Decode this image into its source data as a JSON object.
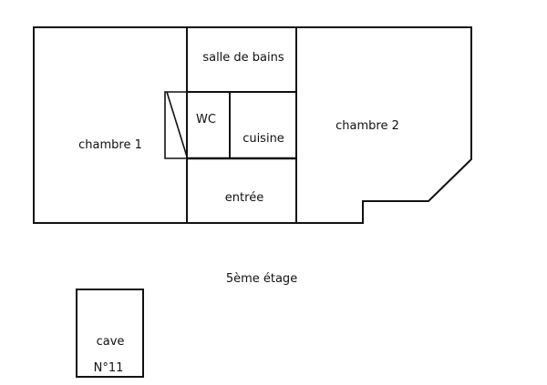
{
  "floor": {
    "caption": "5ème étage",
    "rooms": {
      "salle_de_bains": "salle de bains",
      "wc": "WC",
      "cuisine": "cuisine",
      "chambre_1": "chambre 1",
      "chambre_2": "chambre 2",
      "entree": "entrée"
    }
  },
  "cellar": {
    "label": "cave",
    "number": "N°11"
  },
  "colors": {
    "walls": "#111111",
    "background": "#ffffff"
  }
}
